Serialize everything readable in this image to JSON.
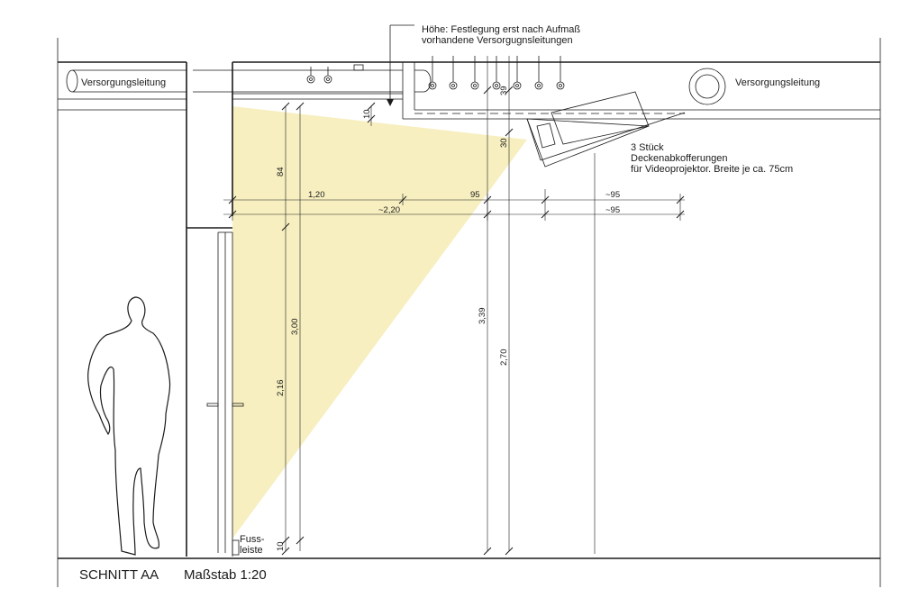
{
  "colors": {
    "line": "#1a1a1a",
    "light_cone": "#f7efc0",
    "background": "#ffffff"
  },
  "labels": {
    "note_height_line1": "Höhe: Festlegung erst nach Aufmaß",
    "note_height_line2": "vorhandene Versorgugnsleitungen",
    "supply_left": "Versorgungsleitung",
    "supply_right": "Versorgungsleitung",
    "boxes_line1": "3 Stück",
    "boxes_line2": "Deckenabkofferungen",
    "boxes_line3": "für Videoprojektor. Breite je ca. 75cm",
    "skirting_line1": "Fuss-",
    "skirting_line2": "leiste",
    "section_title": "SCHNITT AA",
    "scale": "Maßstab 1:20"
  },
  "dimensions": {
    "h_1_20": "1,20",
    "h_95": "95",
    "h_approx_95_a": "~95",
    "h_approx_2_20": "~2,20",
    "h_approx_95_b": "~95",
    "v_10_top": "10",
    "v_84": "84",
    "v_3_00": "3,00",
    "v_2_16": "2,16",
    "v_10_bottom": "10",
    "v_39": "39",
    "v_30": "30",
    "v_3_39": "3,39",
    "v_2_70": "2,70"
  }
}
